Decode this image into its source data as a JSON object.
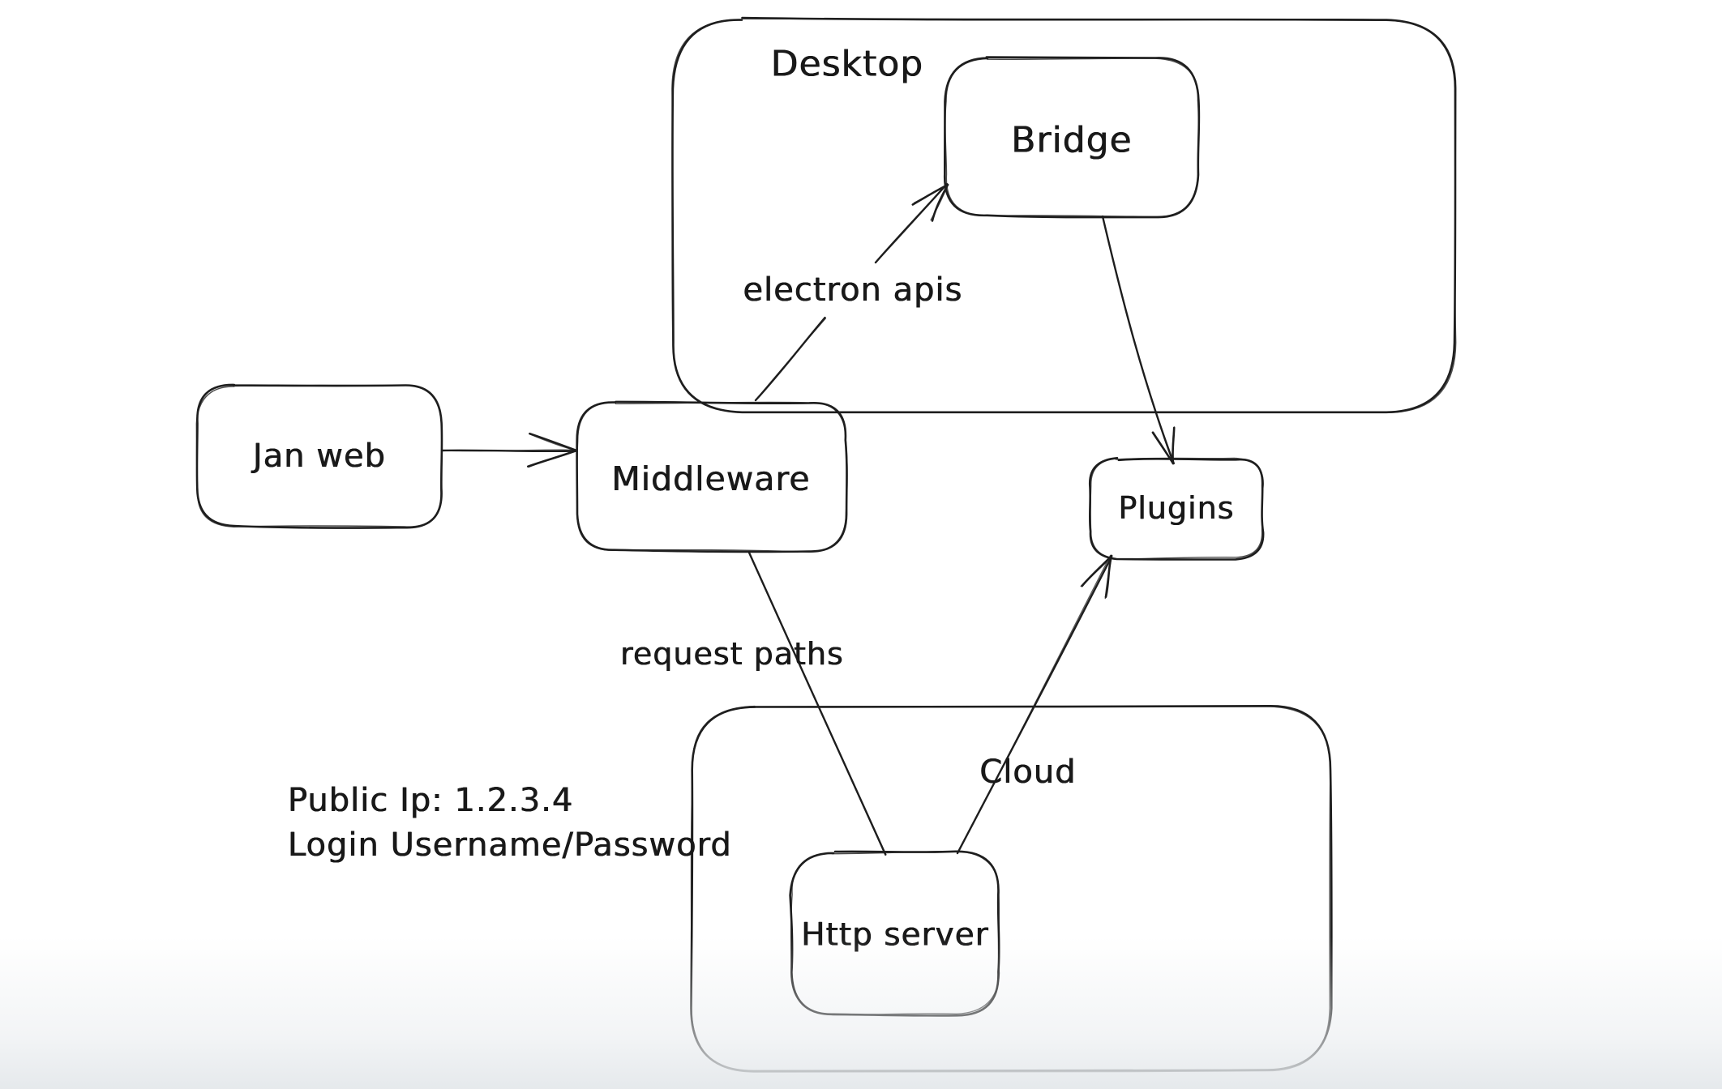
{
  "canvas": {
    "background": "#ffffff",
    "stroke_color": "#1e1e1e",
    "text_color": "#191919"
  },
  "diagram": {
    "containers": {
      "desktop": "Desktop",
      "cloud": "Cloud"
    },
    "nodes": {
      "jan_web": "Jan web",
      "middleware": "Middleware",
      "bridge": "Bridge",
      "plugins": "Plugins",
      "http_server": "Http server"
    },
    "edge_labels": {
      "electron_apis": "electron apis",
      "request_paths": "request paths"
    },
    "notes": {
      "public_ip": "Public Ip: 1.2.3.4",
      "login": "Login Username/Password"
    },
    "edges": [
      {
        "from": "jan_web",
        "to": "middleware",
        "arrow": true,
        "label": ""
      },
      {
        "from": "middleware",
        "to": "bridge",
        "arrow": true,
        "label": "electron apis"
      },
      {
        "from": "bridge",
        "to": "plugins",
        "arrow": true,
        "label": ""
      },
      {
        "from": "middleware",
        "to": "http_server",
        "arrow": false,
        "label": "request paths"
      },
      {
        "from": "http_server",
        "to": "plugins",
        "arrow": true,
        "label": ""
      }
    ]
  }
}
